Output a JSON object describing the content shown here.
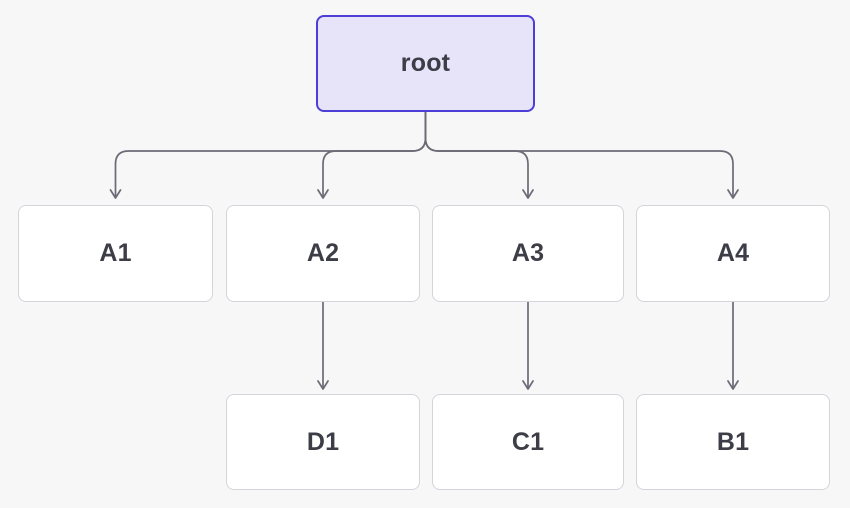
{
  "diagram": {
    "type": "tree",
    "nodes": {
      "root": {
        "id": "root",
        "label": "root",
        "role": "root"
      },
      "a1": {
        "id": "A1",
        "label": "A1",
        "role": "child"
      },
      "a2": {
        "id": "A2",
        "label": "A2",
        "role": "child"
      },
      "a3": {
        "id": "A3",
        "label": "A3",
        "role": "child"
      },
      "a4": {
        "id": "A4",
        "label": "A4",
        "role": "child"
      },
      "d1": {
        "id": "D1",
        "label": "D1",
        "role": "grandchild"
      },
      "c1": {
        "id": "C1",
        "label": "C1",
        "role": "grandchild"
      },
      "b1": {
        "id": "B1",
        "label": "B1",
        "role": "grandchild"
      }
    },
    "edges": [
      {
        "from": "root",
        "to": "A1"
      },
      {
        "from": "root",
        "to": "A2"
      },
      {
        "from": "root",
        "to": "A3"
      },
      {
        "from": "root",
        "to": "A4"
      },
      {
        "from": "A2",
        "to": "D1"
      },
      {
        "from": "A3",
        "to": "C1"
      },
      {
        "from": "A4",
        "to": "B1"
      }
    ],
    "colors": {
      "background": "#f7f7f8",
      "node_fill": "#ffffff",
      "node_border": "#d4d4db",
      "root_fill": "#e7e3f8",
      "root_border": "#4f3ed6",
      "text": "#3d3d47",
      "arrow": "#6b6b76"
    }
  }
}
